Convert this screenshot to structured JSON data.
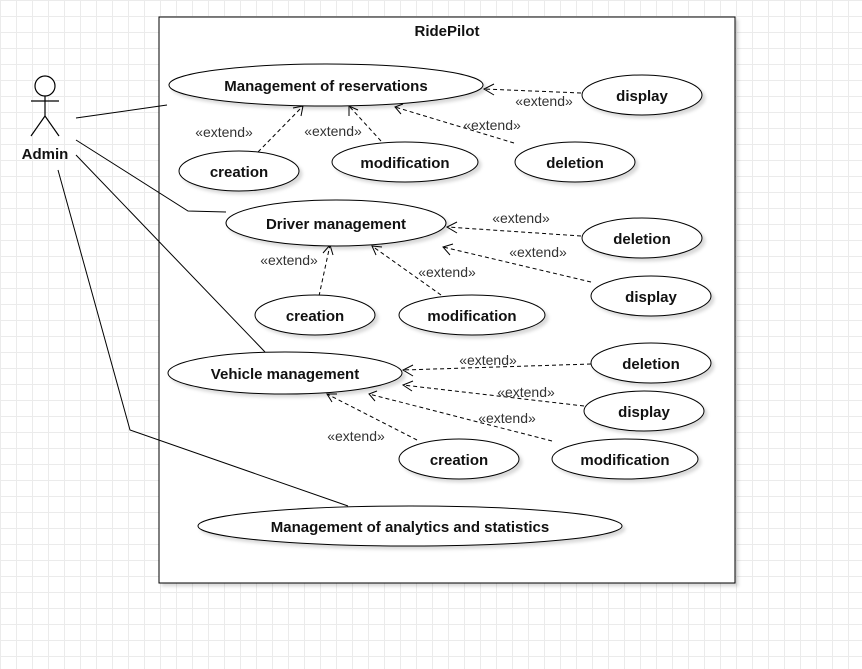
{
  "system": {
    "title": "RidePilot"
  },
  "actor": {
    "name": "Admin"
  },
  "extend_label": "«extend»",
  "use_cases": [
    {
      "id": "reservations",
      "label": "Management of reservations"
    },
    {
      "id": "res_display",
      "label": "display"
    },
    {
      "id": "res_creation",
      "label": "creation"
    },
    {
      "id": "res_modification",
      "label": "modification"
    },
    {
      "id": "res_deletion",
      "label": "deletion"
    },
    {
      "id": "driver",
      "label": "Driver management"
    },
    {
      "id": "drv_deletion",
      "label": "deletion"
    },
    {
      "id": "drv_display",
      "label": "display"
    },
    {
      "id": "drv_creation",
      "label": "creation"
    },
    {
      "id": "drv_modification",
      "label": "modification"
    },
    {
      "id": "vehicle",
      "label": "Vehicle management"
    },
    {
      "id": "veh_deletion",
      "label": "deletion"
    },
    {
      "id": "veh_display",
      "label": "display"
    },
    {
      "id": "veh_creation",
      "label": "creation"
    },
    {
      "id": "veh_modification",
      "label": "modification"
    },
    {
      "id": "analytics",
      "label": "Management of analytics and statistics"
    }
  ]
}
